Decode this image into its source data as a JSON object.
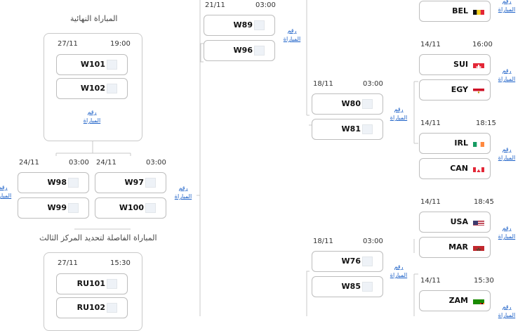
{
  "links": {
    "l1": "رقم",
    "l2": "المباراة"
  },
  "final": {
    "title": "المباراة النهائية",
    "date": "27/11",
    "time": "19:00",
    "teams": [
      "W101",
      "W102"
    ]
  },
  "third": {
    "title": "المباراة الفاصلة لتحديد المركز الثالث",
    "date": "27/11",
    "time": "15:30",
    "teams": [
      "RU101",
      "RU102"
    ]
  },
  "sf1": {
    "date": "24/11",
    "time": "03:00",
    "teams": [
      "W98",
      "W99"
    ]
  },
  "sf2": {
    "date": "24/11",
    "time": "03:00",
    "teams": [
      "W97",
      "W100"
    ]
  },
  "qf": {
    "date": "21/11",
    "time": "03:00",
    "teams": [
      "W89",
      "W96"
    ]
  },
  "r16a": {
    "date": "18/11",
    "time": "03:00",
    "teams": [
      "W80",
      "W81"
    ]
  },
  "r16b": {
    "date": "18/11",
    "time": "03:00",
    "teams": [
      "W76",
      "W85"
    ]
  },
  "r32": {
    "top": {
      "team": "BEL",
      "flag": "be"
    },
    "m1": {
      "date": "14/11",
      "time": "16:00",
      "teams": [
        {
          "code": "SUI",
          "flag": "ch"
        },
        {
          "code": "EGY",
          "flag": "eg"
        }
      ]
    },
    "m2": {
      "date": "14/11",
      "time": "18:15",
      "teams": [
        {
          "code": "IRL",
          "flag": "ie"
        },
        {
          "code": "CAN",
          "flag": "ca"
        }
      ]
    },
    "m3": {
      "date": "14/11",
      "time": "18:45",
      "teams": [
        {
          "code": "USA",
          "flag": "us"
        },
        {
          "code": "MAR",
          "flag": "ma"
        }
      ]
    },
    "m4": {
      "date": "14/11",
      "time": "15:30",
      "teams": [
        {
          "code": "ZAM",
          "flag": "zm"
        }
      ]
    }
  },
  "colors": {
    "link": "#1a5fc7",
    "border": "#bdbdbd",
    "line": "#c8c8c8"
  }
}
